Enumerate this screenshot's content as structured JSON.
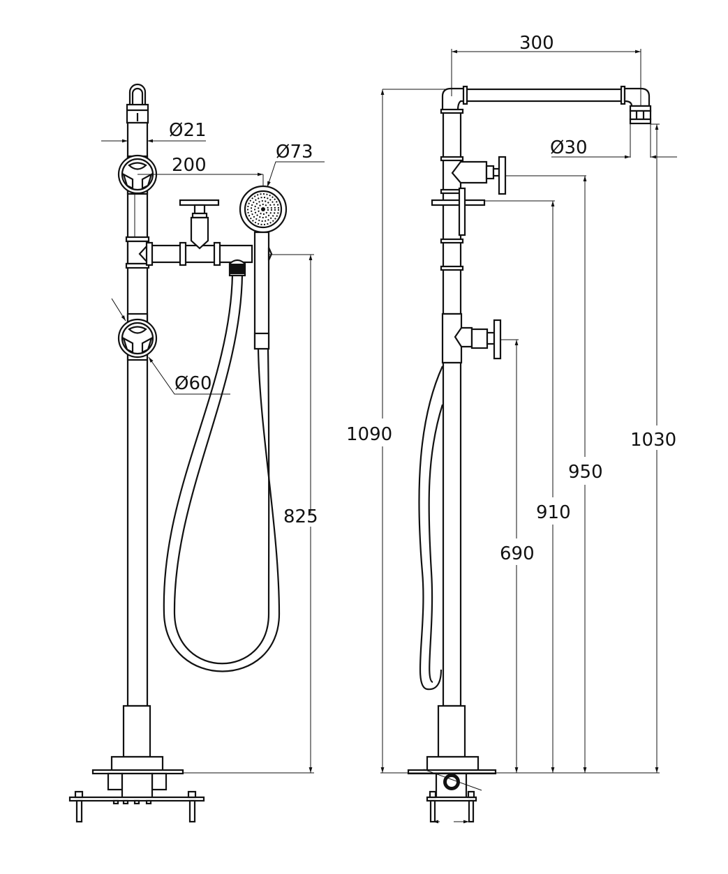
{
  "drawing": {
    "front_view": {
      "pipe_diameter": "Ø21",
      "arm_length": "200",
      "hand_shower_diameter": "Ø73",
      "handle_diameter": "Ø60",
      "holder_height": "825"
    },
    "side_view": {
      "overhead_reach": "300",
      "shower_head_diameter": "Ø30",
      "total_height": "1090",
      "outlet_height": "1030",
      "upper_valve_height": "950",
      "holder_height": "910",
      "lower_valve_height": "690"
    },
    "line_color": "#111111"
  }
}
